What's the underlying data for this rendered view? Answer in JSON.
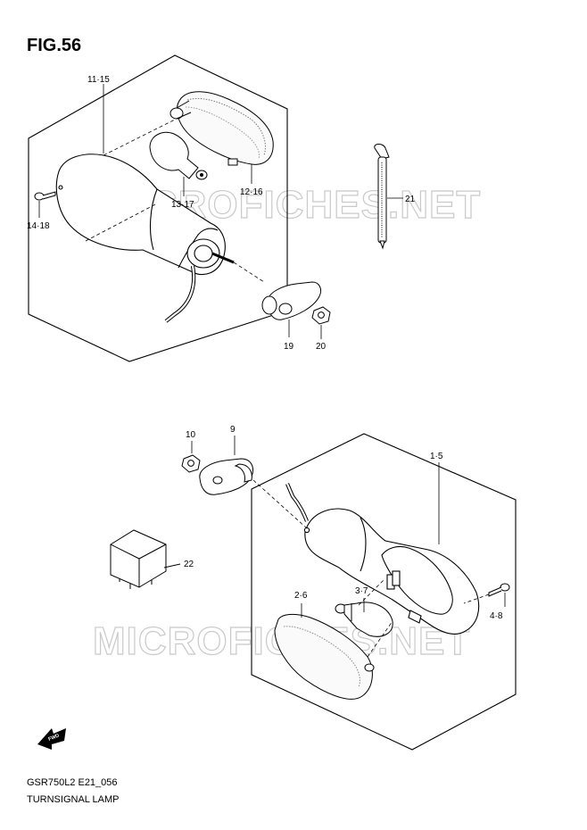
{
  "figure": {
    "title": "FIG.56"
  },
  "watermark": "MICROFICHES.NET",
  "parts": [
    {
      "id": "label-11-15",
      "text": "11·15"
    },
    {
      "id": "label-12-16",
      "text": "12·16"
    },
    {
      "id": "label-13-17",
      "text": "13·17"
    },
    {
      "id": "label-14-18",
      "text": "14·18"
    },
    {
      "id": "label-21",
      "text": "21"
    },
    {
      "id": "label-19",
      "text": "19"
    },
    {
      "id": "label-20",
      "text": "20"
    },
    {
      "id": "label-10",
      "text": "10"
    },
    {
      "id": "label-9",
      "text": "9"
    },
    {
      "id": "label-1-5",
      "text": "1·5"
    },
    {
      "id": "label-22",
      "text": "22"
    },
    {
      "id": "label-2-6",
      "text": "2·6"
    },
    {
      "id": "label-3-7",
      "text": "3·7"
    },
    {
      "id": "label-4-8",
      "text": "4·8"
    }
  ],
  "fwd_arrow_text": "FWD",
  "footer": {
    "code": "GSR750L2 E21_056",
    "name": "TURNSIGNAL LAMP"
  }
}
